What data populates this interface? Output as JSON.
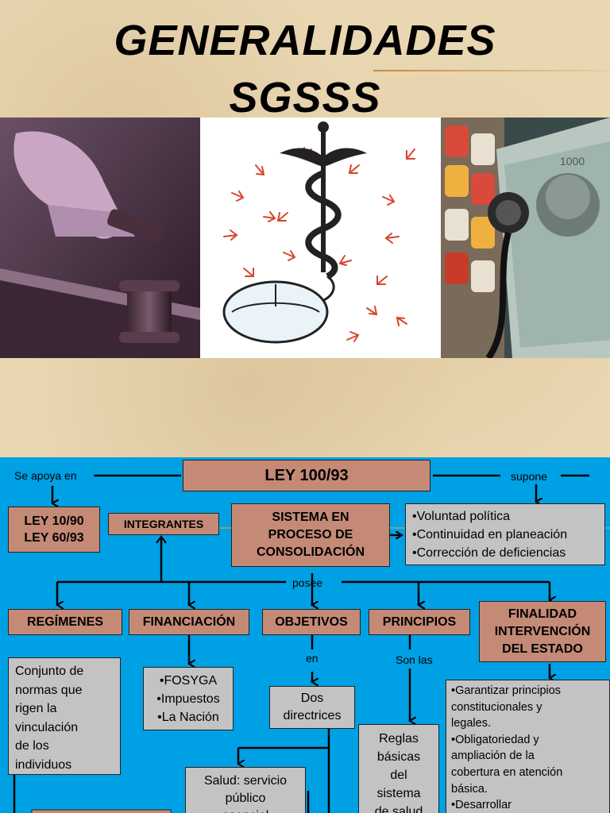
{
  "header": {
    "title_line1": "GENERALIDADES",
    "title_line2": "SGSSS"
  },
  "images": [
    {
      "name": "gavel-photo"
    },
    {
      "name": "caduceus-mouse-illustration"
    },
    {
      "name": "medicine-money-stethoscope-photo"
    }
  ],
  "diagram": {
    "ley_main": "LEY 100/93",
    "label_apoya": "Se apoya en",
    "label_supone": "supone",
    "label_posee": "posee",
    "label_en": "en",
    "label_son_las": "Son las",
    "leyes": [
      "LEY 10/90",
      "LEY 60/93"
    ],
    "integrantes": "INTEGRANTES",
    "sistema": [
      "SISTEMA EN",
      "PROCESO DE",
      "CONSOLIDACIÓN"
    ],
    "supone_items": [
      "•Voluntad política",
      "•Continuidad en planeación",
      "•Corrección de deficiencias"
    ],
    "regimenes": "REGÍMENES",
    "financiacion": "FINANCIACIÓN",
    "objetivos": "OBJETIVOS",
    "principios": "PRINCIPIOS",
    "finalidad": [
      "FINALIDAD",
      "INTERVENCIÓN",
      "DEL ESTADO"
    ],
    "regimenes_desc": [
      "Conjunto de",
      "normas que",
      "rigen la",
      "vinculación",
      "de los",
      "individuos"
    ],
    "financiacion_items": [
      "•FOSYGA",
      "•Impuestos",
      "•La Nación"
    ],
    "dos_directrices": [
      "Dos",
      "directrices"
    ],
    "salud": [
      "Salud: servicio",
      "público",
      "esencial"
    ],
    "reglas": [
      "Reglas",
      "básicas",
      "del",
      "sistema",
      "de salud"
    ],
    "finalidad_items": [
      "•Garantizar principios",
      "constitucionales y",
      "legales.",
      "•Obligatoriedad y",
      "ampliación de la",
      "cobertura en atención",
      "básica.",
      "•Desarrollar"
    ]
  }
}
